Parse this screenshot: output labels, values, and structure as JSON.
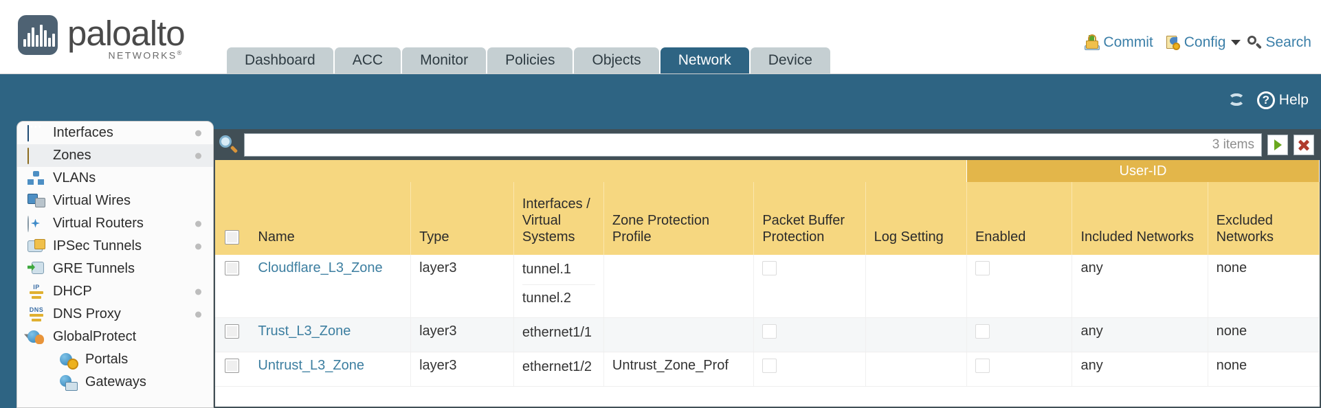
{
  "brand": {
    "name": "paloalto",
    "sub": "NETWORKS",
    "sup": "®"
  },
  "tabs": [
    {
      "label": "Dashboard",
      "active": false
    },
    {
      "label": "ACC",
      "active": false
    },
    {
      "label": "Monitor",
      "active": false
    },
    {
      "label": "Policies",
      "active": false
    },
    {
      "label": "Objects",
      "active": false
    },
    {
      "label": "Network",
      "active": true
    },
    {
      "label": "Device",
      "active": false
    }
  ],
  "header_actions": {
    "commit": "Commit",
    "config": "Config",
    "search": "Search"
  },
  "subbar": {
    "help": "Help"
  },
  "sidebar": {
    "items": [
      {
        "label": "Interfaces",
        "icon": "interfaces-icon",
        "selected": false,
        "dot": true,
        "child": false,
        "twisty": false
      },
      {
        "label": "Zones",
        "icon": "zones-icon",
        "selected": true,
        "dot": true,
        "child": false,
        "twisty": false
      },
      {
        "label": "VLANs",
        "icon": "vlans-icon",
        "selected": false,
        "dot": false,
        "child": false,
        "twisty": false
      },
      {
        "label": "Virtual Wires",
        "icon": "virtual-wires-icon",
        "selected": false,
        "dot": false,
        "child": false,
        "twisty": false
      },
      {
        "label": "Virtual Routers",
        "icon": "virtual-routers-icon",
        "selected": false,
        "dot": true,
        "child": false,
        "twisty": false
      },
      {
        "label": "IPSec Tunnels",
        "icon": "ipsec-tunnels-icon",
        "selected": false,
        "dot": true,
        "child": false,
        "twisty": false
      },
      {
        "label": "GRE Tunnels",
        "icon": "gre-tunnels-icon",
        "selected": false,
        "dot": false,
        "child": false,
        "twisty": false
      },
      {
        "label": "DHCP",
        "icon": "dhcp-icon",
        "selected": false,
        "dot": true,
        "child": false,
        "twisty": false
      },
      {
        "label": "DNS Proxy",
        "icon": "dns-proxy-icon",
        "selected": false,
        "dot": true,
        "child": false,
        "twisty": false
      },
      {
        "label": "GlobalProtect",
        "icon": "globalprotect-icon",
        "selected": false,
        "dot": false,
        "child": false,
        "twisty": true
      },
      {
        "label": "Portals",
        "icon": "portals-icon",
        "selected": false,
        "dot": false,
        "child": true,
        "twisty": false
      },
      {
        "label": "Gateways",
        "icon": "gateways-icon",
        "selected": false,
        "dot": false,
        "child": true,
        "twisty": false
      }
    ]
  },
  "search": {
    "value": "",
    "placeholder": "",
    "items_count": "3 items"
  },
  "table": {
    "group_header": {
      "user_id": "User-ID"
    },
    "columns": [
      "Name",
      "Type",
      "Interfaces / Virtual Systems",
      "Zone Protection Profile",
      "Packet Buffer Protection",
      "Log Setting",
      "Enabled",
      "Included Networks",
      "Excluded Networks"
    ],
    "rows": [
      {
        "name": "Cloudflare_L3_Zone",
        "type": "layer3",
        "interfaces": [
          "tunnel.1",
          "tunnel.2"
        ],
        "zone_protection_profile": "",
        "packet_buffer_protection": false,
        "log_setting": "",
        "user_id_enabled": false,
        "included_networks": "any",
        "excluded_networks": "none"
      },
      {
        "name": "Trust_L3_Zone",
        "type": "layer3",
        "interfaces": [
          "ethernet1/1"
        ],
        "zone_protection_profile": "",
        "packet_buffer_protection": false,
        "log_setting": "",
        "user_id_enabled": false,
        "included_networks": "any",
        "excluded_networks": "none"
      },
      {
        "name": "Untrust_L3_Zone",
        "type": "layer3",
        "interfaces": [
          "ethernet1/2"
        ],
        "zone_protection_profile": "Untrust_Zone_Prof",
        "packet_buffer_protection": false,
        "log_setting": "",
        "user_id_enabled": false,
        "included_networks": "any",
        "excluded_networks": "none"
      }
    ]
  },
  "colors": {
    "brand_blue": "#2e6483",
    "tab_inactive": "#c5cfd2",
    "table_header": "#f6d780",
    "user_id_header": "#e3b64a",
    "link": "#3c7ea0",
    "panel_dark": "#414f56"
  }
}
